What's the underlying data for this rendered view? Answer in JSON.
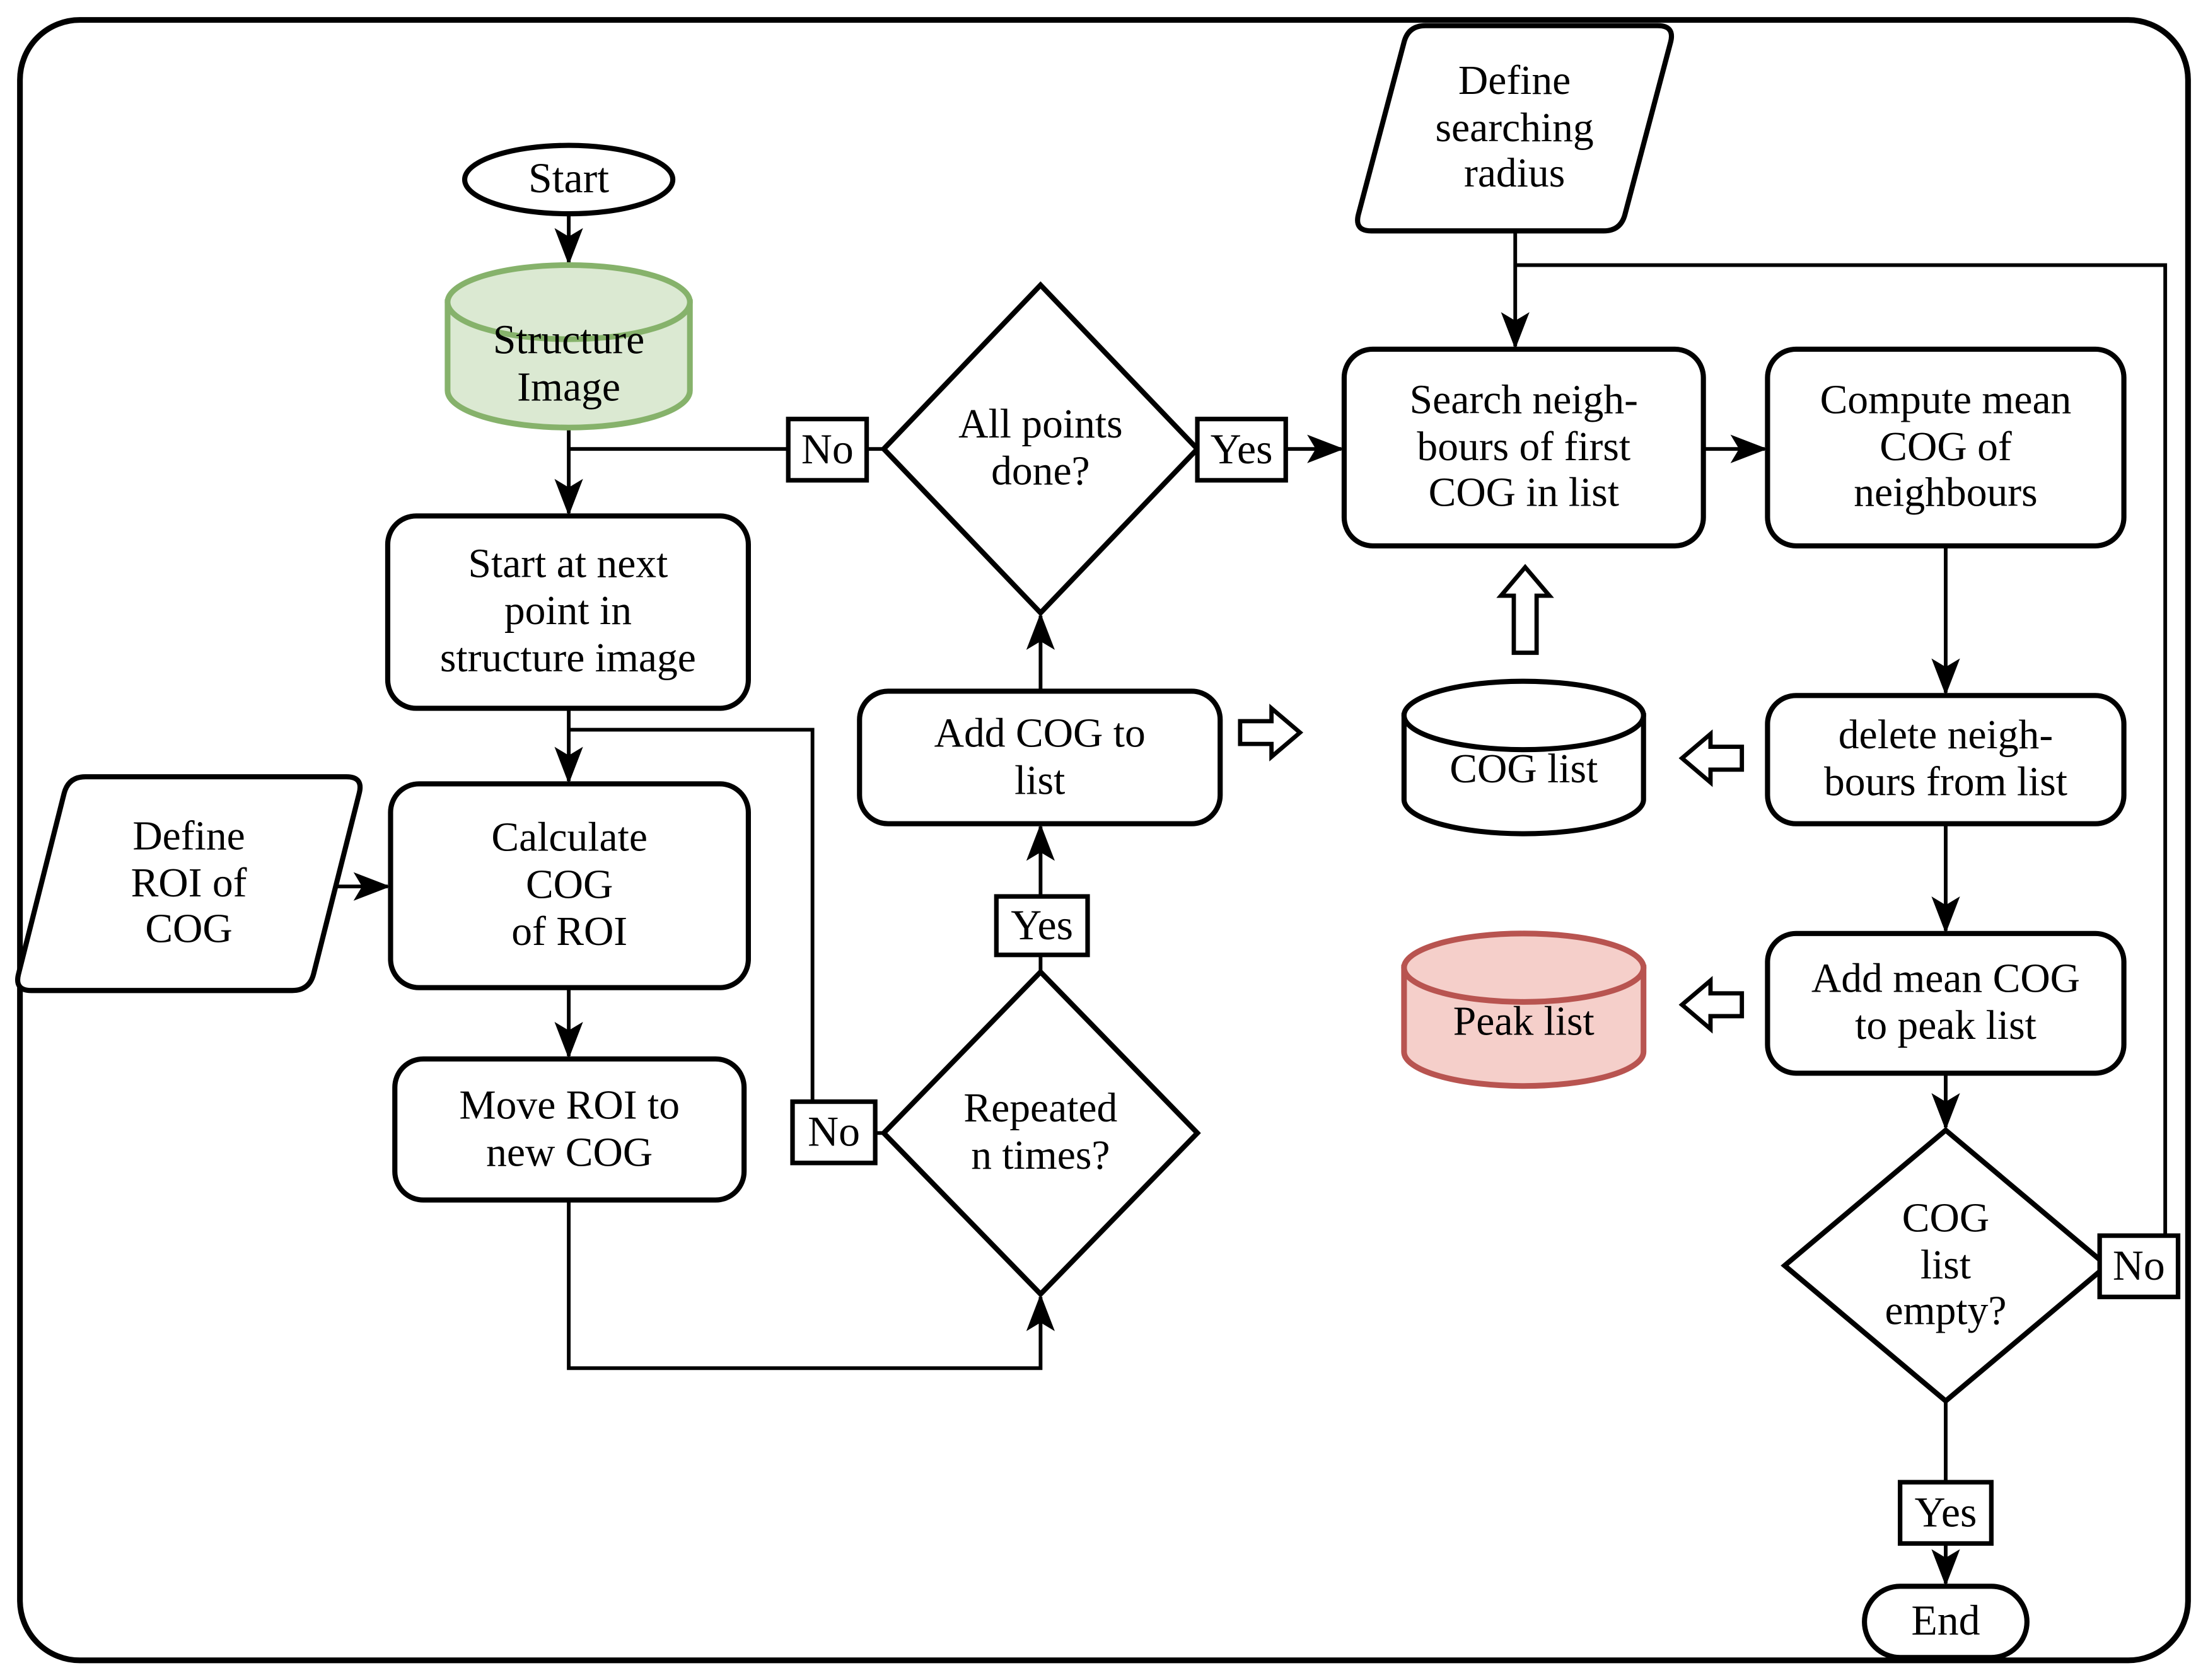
{
  "figure": {
    "type": "flowchart",
    "background": "#ffffff",
    "frame_color": "#000000",
    "line_color": "#000000"
  },
  "colors": {
    "structure_image_fill": "#dbe9d2",
    "structure_image_stroke": "#86b26b",
    "cog_list_fill": "#ffffff",
    "cog_list_stroke": "#000000",
    "peak_list_fill": "#f5cfca",
    "peak_list_stroke": "#b85450",
    "node_fill": "#ffffff",
    "node_stroke": "#000000"
  },
  "nodes": {
    "start": {
      "label": "Start",
      "shape": "terminator"
    },
    "structure_image": {
      "label": "Structure\nImage",
      "shape": "database"
    },
    "start_next_point": {
      "label": "Start at next\npoint in\nstructure image",
      "shape": "process"
    },
    "define_roi": {
      "label": "Define\nROI of\nCOG",
      "shape": "input"
    },
    "calculate_cog": {
      "label": "Calculate\nCOG\nof ROI",
      "shape": "process"
    },
    "move_roi": {
      "label": "Move ROI to\nnew COG",
      "shape": "process"
    },
    "repeated_n_times": {
      "label": "Repeated\nn times?",
      "shape": "decision"
    },
    "add_cog_to_list": {
      "label": "Add COG to\nlist",
      "shape": "process"
    },
    "all_points_done": {
      "label": "All points\ndone?",
      "shape": "decision"
    },
    "define_searching_radius": {
      "label": "Define\nsearching\nradius",
      "shape": "input"
    },
    "search_neighbours": {
      "label": "Search neigh-\nbours of first\nCOG in list",
      "shape": "process"
    },
    "compute_mean_cog": {
      "label": "Compute mean\nCOG of\nneighbours",
      "shape": "process"
    },
    "cog_list": {
      "label": "COG list",
      "shape": "database"
    },
    "delete_neighbours": {
      "label": "delete neigh-\nbours from list",
      "shape": "process"
    },
    "peak_list": {
      "label": "Peak list",
      "shape": "database"
    },
    "add_mean_cog": {
      "label": "Add mean COG\nto peak list",
      "shape": "process"
    },
    "cog_list_empty": {
      "label": "COG\nlist\nempty?",
      "shape": "decision"
    },
    "end": {
      "label": "End",
      "shape": "terminator"
    }
  },
  "edge_labels": {
    "all_points_no": "No",
    "all_points_yes": "Yes",
    "repeated_yes": "Yes",
    "repeated_no": "No",
    "cog_empty_no": "No",
    "cog_empty_yes": "Yes"
  }
}
